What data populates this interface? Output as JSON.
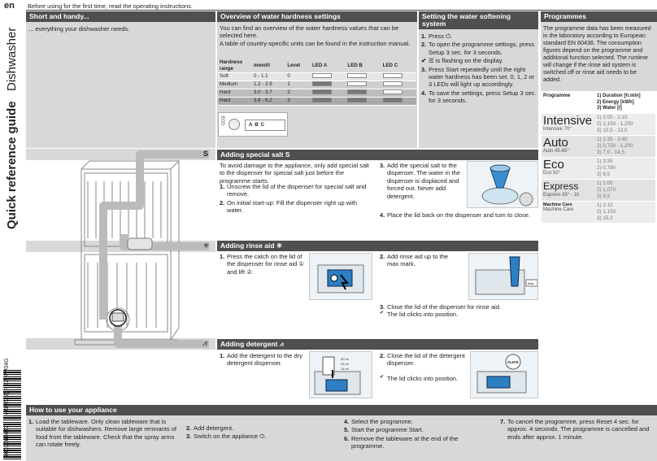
{
  "header": {
    "lang": "en",
    "notice": "Before using for the first time, read the operating instructions."
  },
  "sidebar": {
    "title": "Quick reference guide",
    "product": "Dishwasher",
    "code": "9001663427",
    "date": "(010622)",
    "model": "SRS2IKW04G"
  },
  "short": {
    "title": "Short and handy...",
    "text": "... everything your dishwasher needs."
  },
  "hardness": {
    "title": "Overview of water hardness settings",
    "intro": "You can find an overview of the water hardness values that can be selected here.",
    "intro2": "A table of country-specific units can be found in the instruction manual.",
    "cols": [
      "Hardness range",
      "mmol/l",
      "Level",
      "LED A",
      "LED B",
      "LED C"
    ],
    "rows": [
      {
        "range": "Soft",
        "mmol": "0 - 1.1",
        "level": "0"
      },
      {
        "range": "Medium",
        "mmol": "1.2 - 2.9",
        "level": "1"
      },
      {
        "range": "Hard",
        "mmol": "3.0 - 3.7",
        "level": "2"
      },
      {
        "range": "Hard",
        "mmol": "3.8 - 6.2",
        "level": "3"
      }
    ],
    "panel": {
      "label": "ECO",
      "a": "A",
      "b": "B",
      "c": "C"
    }
  },
  "softening": {
    "title": "Setting the water softening system",
    "steps": [
      {
        "n": "1.",
        "t": "Press ⏻."
      },
      {
        "n": "2.",
        "t": "To open the programme settings, press Setup 3 sec. for 3 seconds."
      },
      {
        "n": "✔",
        "t": "☰ is flashing on the display."
      },
      {
        "n": "3.",
        "t": "Press Start repeatedly until the right water hardness has been set. 0, 1, 2 or 3 LEDs will light up accordingly."
      },
      {
        "n": "4.",
        "t": "To save the settings, press Setup 3 sec. for 3 seconds."
      }
    ]
  },
  "programmes": {
    "title": "Programmes",
    "text": "The programme data has been measured in the laboratory according to European standard EN 60436. The consumption figures depend on the programme and additional function selected. The runtime will change if the rinse aid system is switched off or rinse aid needs to be added.",
    "head_prog": "Programme",
    "head_vals": [
      "1) Duration [h:min]",
      "2) Energy [kWh]",
      "3) Water [l]"
    ],
    "list": [
      {
        "name": "Intensive",
        "sub": "Intensive 70°",
        "vals": [
          "1) 2:05 - 2:15",
          "2) 1,150 - 1,250",
          "3) 10,5 - 13,0"
        ]
      },
      {
        "name": "Auto",
        "sub": "Auto 45-65°",
        "vals": [
          "1) 1:35 - 2:40",
          "2) 0,750 - 1,200",
          "3) 7,0 - 14,5"
        ]
      },
      {
        "name": "Eco",
        "sub": "Eco 50°",
        "vals": [
          "1) 3:35",
          "2) 0,780",
          "3) 9,5"
        ]
      },
      {
        "name": "Express",
        "sub": "Express 65° - 1h",
        "vals": [
          "1) 1:00",
          "2) 1,070",
          "3) 9,5"
        ]
      },
      {
        "name": "Machine Care",
        "sub": "Machine Care",
        "vals": [
          "1) 2:10",
          "2) 1,150",
          "3) 15,2"
        ]
      }
    ]
  },
  "salt": {
    "title": "Adding special salt",
    "icon": "S",
    "intro": "To avoid damage to the appliance, only add special salt to the dispenser for special salt just before the programme starts.",
    "steps": [
      {
        "n": "1.",
        "t": "Unscrew the lid of the dispenser for special salt and remove."
      },
      {
        "n": "2.",
        "t": "On initial start-up: Fill the dispenser right up with water."
      },
      {
        "n": "3.",
        "t": "Add the special salt to the dispenser. The water in the dispenser is displaced and forced out. Never add detergent."
      },
      {
        "n": "4.",
        "t": "Place the lid back on the dispenser and turn to close."
      }
    ]
  },
  "rinse": {
    "title": "Adding rinse aid",
    "icon": "✳",
    "steps": [
      {
        "n": "1.",
        "t": "Press the catch on the lid of the dispenser for rinse aid ① and lift ②."
      },
      {
        "n": "2.",
        "t": "Add rinse aid up to the max mark."
      },
      {
        "n": "3.",
        "t": "Close the lid of the dispenser for rinse aid."
      }
    ],
    "check": "The lid clicks into position.",
    "max": "max"
  },
  "detergent": {
    "title": "Adding detergent",
    "icon": "⩘",
    "steps": [
      {
        "n": "1.",
        "t": "Add the detergent to the dry detergent dispenser."
      },
      {
        "n": "2.",
        "t": "Close the lid of the detergent dispenser."
      }
    ],
    "check": "The lid clicks into position.",
    "ml50": "50 ml",
    "ml25": "25 ml",
    "ml15": "15 ml",
    "click": "CLICK"
  },
  "howto": {
    "title": "How to use your appliance",
    "steps": [
      {
        "n": "1.",
        "t": "Load the tableware. Only clean tableware that is suitable for dishwashers. Remove large remnants of food from the tableware. Check that the spray arms can rotate freely."
      },
      {
        "n": "2.",
        "t": "Add detergent."
      },
      {
        "n": "3.",
        "t": "Switch on the appliance ⏻."
      },
      {
        "n": "4.",
        "t": "Select the programme."
      },
      {
        "n": "5.",
        "t": "Start the programme Start."
      },
      {
        "n": "6.",
        "t": "Remove the tableware at the end of the programme."
      },
      {
        "n": "7.",
        "t": "To cancel the programme, press Reset 4 sec. for approx. 4 seconds. The programme is cancelled and ends after approx. 1 minute."
      }
    ]
  }
}
